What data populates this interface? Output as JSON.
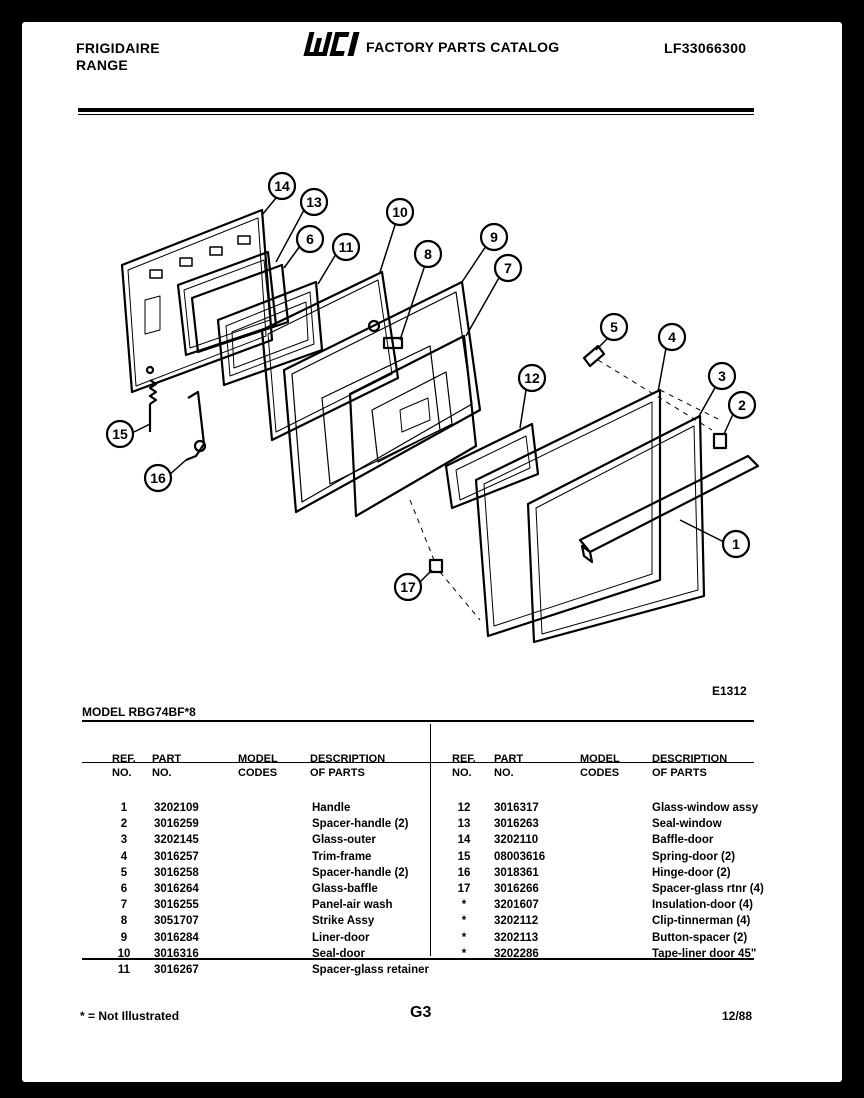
{
  "header": {
    "brand_line1": "FRIGIDAIRE",
    "brand_line2": "RANGE",
    "logo_text": "WCI",
    "catalog_title": "FACTORY PARTS CATALOG",
    "catalog_number": "LF33066300"
  },
  "diagram": {
    "figure_id": "E1312",
    "callouts": [
      "14",
      "13",
      "6",
      "11",
      "10",
      "8",
      "9",
      "7",
      "5",
      "4",
      "3",
      "2",
      "12",
      "1",
      "15",
      "16",
      "17"
    ]
  },
  "parts_table": {
    "model_line": "MODEL RBG74BF*8",
    "columns": {
      "ref": "REF.\nNO.",
      "part": "PART\nNO.",
      "model": "MODEL\nCODES",
      "description": "DESCRIPTION\nOF PARTS"
    },
    "left_rows": [
      {
        "ref": "1",
        "part": "3202109",
        "codes": "",
        "desc": "Handle"
      },
      {
        "ref": "2",
        "part": "3016259",
        "codes": "",
        "desc": "Spacer-handle (2)"
      },
      {
        "ref": "3",
        "part": "3202145",
        "codes": "",
        "desc": "Glass-outer"
      },
      {
        "ref": "4",
        "part": "3016257",
        "codes": "",
        "desc": "Trim-frame"
      },
      {
        "ref": "5",
        "part": "3016258",
        "codes": "",
        "desc": "Spacer-handle (2)"
      },
      {
        "ref": "6",
        "part": "3016264",
        "codes": "",
        "desc": "Glass-baffle"
      },
      {
        "ref": "7",
        "part": "3016255",
        "codes": "",
        "desc": "Panel-air wash"
      },
      {
        "ref": "8",
        "part": "3051707",
        "codes": "",
        "desc": "Strike Assy"
      },
      {
        "ref": "9",
        "part": "3016284",
        "codes": "",
        "desc": "Liner-door"
      },
      {
        "ref": "10",
        "part": "3016316",
        "codes": "",
        "desc": "Seal-door"
      },
      {
        "ref": "11",
        "part": "3016267",
        "codes": "",
        "desc": "Spacer-glass retainer"
      }
    ],
    "right_rows": [
      {
        "ref": "12",
        "part": "3016317",
        "codes": "",
        "desc": "Glass-window assy"
      },
      {
        "ref": "13",
        "part": "3016263",
        "codes": "",
        "desc": "Seal-window"
      },
      {
        "ref": "14",
        "part": "3202110",
        "codes": "",
        "desc": "Baffle-door"
      },
      {
        "ref": "15",
        "part": "08003616",
        "codes": "",
        "desc": "Spring-door (2)"
      },
      {
        "ref": "16",
        "part": "3018361",
        "codes": "",
        "desc": "Hinge-door (2)"
      },
      {
        "ref": "17",
        "part": "3016266",
        "codes": "",
        "desc": "Spacer-glass rtnr (4)"
      },
      {
        "ref": "*",
        "part": "3201607",
        "codes": "",
        "desc": "Insulation-door (4)"
      },
      {
        "ref": "*",
        "part": "3202112",
        "codes": "",
        "desc": "Clip-tinnerman (4)"
      },
      {
        "ref": "*",
        "part": "3202113",
        "codes": "",
        "desc": "Button-spacer (2)"
      },
      {
        "ref": "*",
        "part": "3202286",
        "codes": "",
        "desc": "Tape-liner door 45\""
      }
    ]
  },
  "footer": {
    "footnote": "* = Not Illustrated",
    "page_code": "G3",
    "date_code": "12/88"
  }
}
